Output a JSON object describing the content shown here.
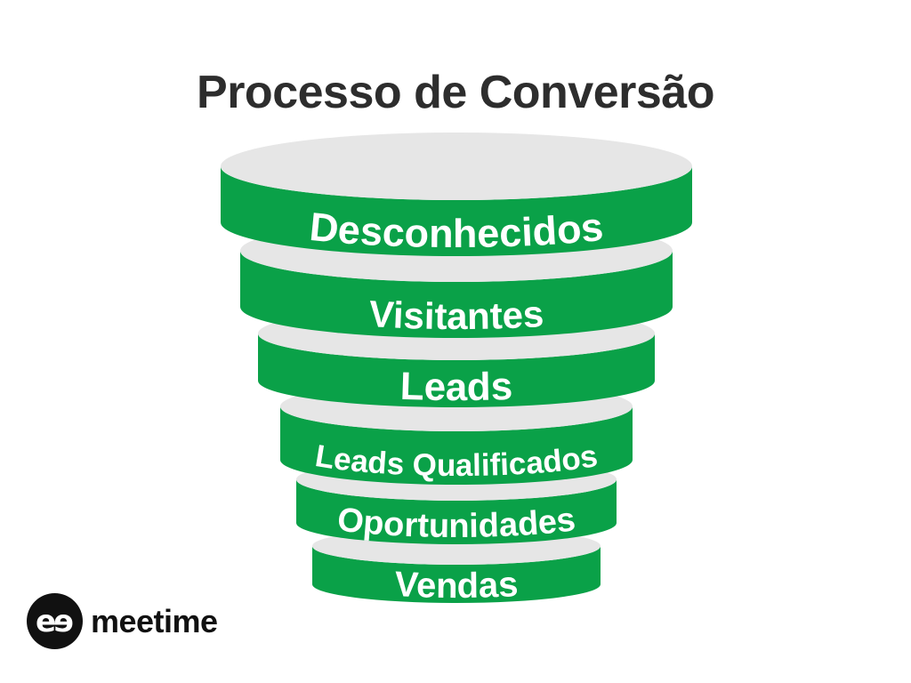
{
  "title": "Processo de Conversão",
  "funnel": {
    "stages": [
      {
        "label": "Desconhecidos"
      },
      {
        "label": "Visitantes"
      },
      {
        "label": "Leads"
      },
      {
        "label": "Leads Qualificados"
      },
      {
        "label": "Oportunidades"
      },
      {
        "label": "Vendas"
      }
    ]
  },
  "logo": {
    "mark": "eɘ",
    "text": "meetime"
  },
  "colors": {
    "band_green": "#0aa148",
    "disc_gray": "#e6e6e6",
    "label_white": "#ffffff",
    "title_dark": "#2d2d2d",
    "logo_black": "#111111",
    "background": "#ffffff"
  }
}
